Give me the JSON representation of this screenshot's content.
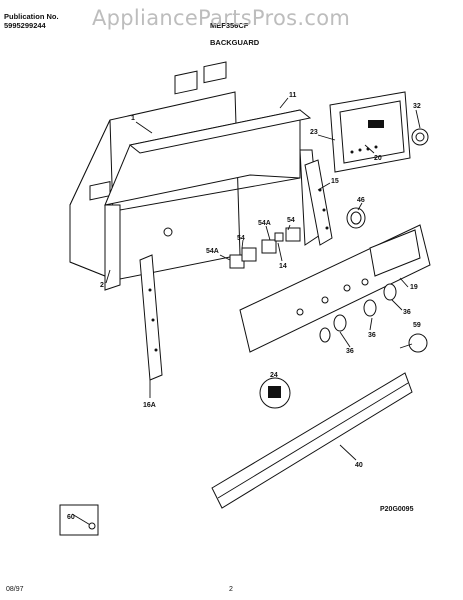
{
  "header": {
    "publication_label": "Publication No.",
    "publication_number": "5995299244",
    "model": "MEF356CF",
    "section": "BACKGUARD",
    "watermark": "AppliancePartsPros.com"
  },
  "callouts": {
    "c1": "1",
    "c11": "11",
    "c32": "32",
    "c23": "23",
    "c20": "20",
    "c15": "15",
    "c46": "46",
    "c54a_top": "54A",
    "c54_top": "54",
    "c54_mid": "54",
    "c54a_left": "54A",
    "c14": "14",
    "c2": "2",
    "c19": "19",
    "c36a": "36",
    "c36b": "36",
    "c36c": "36",
    "c59": "59",
    "c16a": "16A",
    "c24": "24",
    "c40": "40",
    "c60": "60"
  },
  "figure_code": "P20G0095",
  "footer": {
    "date": "08/97",
    "page": "2"
  }
}
